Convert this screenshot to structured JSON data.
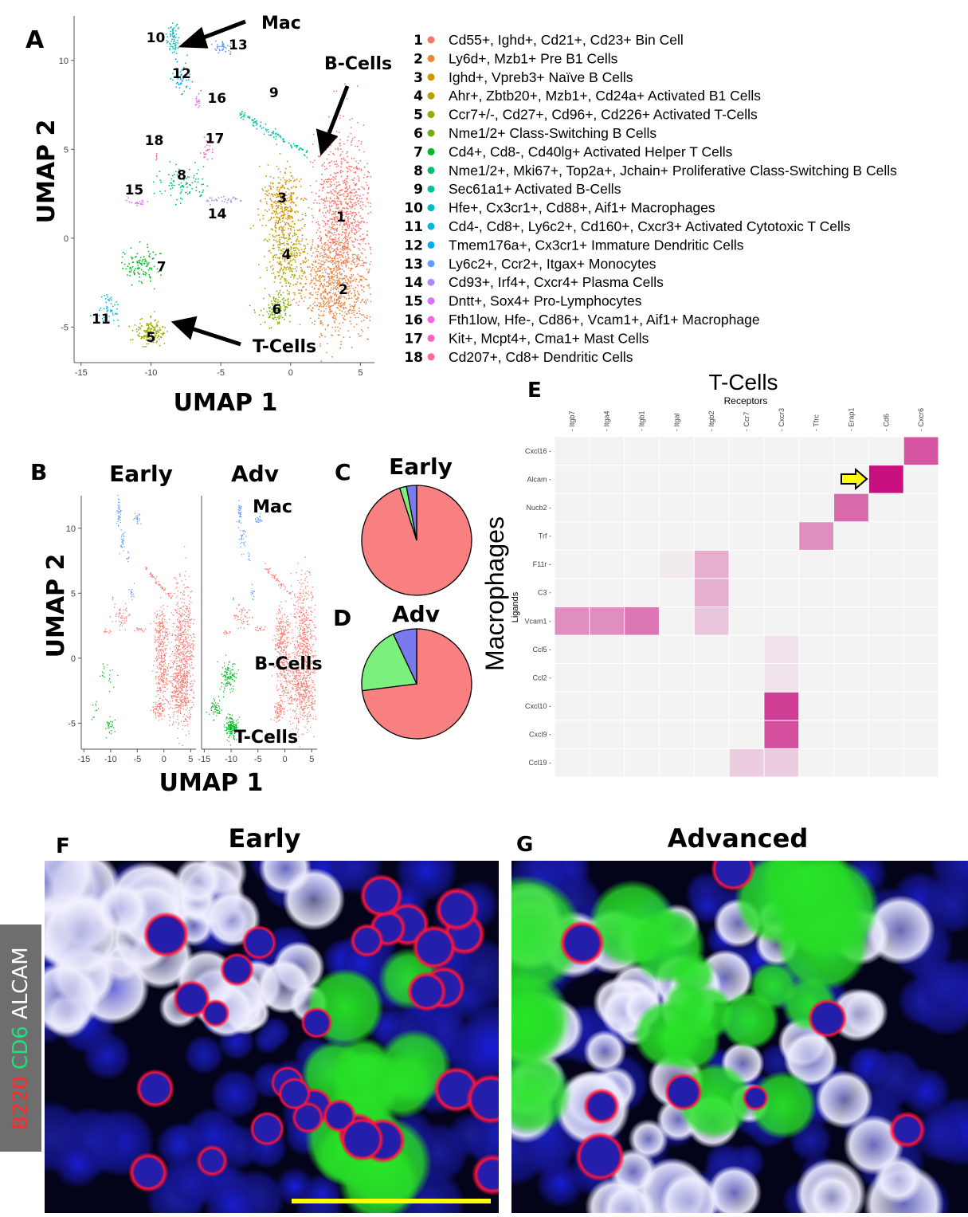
{
  "panels": {
    "A": "A",
    "B": "B",
    "C": "C",
    "D": "D",
    "E": "E",
    "F": "F",
    "G": "G"
  },
  "panelA": {
    "xlabel": "UMAP 1",
    "ylabel": "UMAP 2",
    "xticks": [
      -15,
      -10,
      -5,
      0,
      5
    ],
    "yticks": [
      -5,
      0,
      5,
      10
    ],
    "annotations": {
      "mac": "Mac",
      "bcells": "B-Cells",
      "tcells": "T-Cells"
    }
  },
  "legend": [
    {
      "num": "1",
      "text": "Cd55+, Ighd+, Cd21+, Cd23+ Bin Cell",
      "color": "#F8766D"
    },
    {
      "num": "2",
      "text": "Ly6d+, Mzb1+ Pre B1 Cells",
      "color": "#E8853A"
    },
    {
      "num": "3",
      "text": "Ighd+, Vpreb3+ Naïve B Cells",
      "color": "#D39200"
    },
    {
      "num": "4",
      "text": "Ahr+, Zbtb20+, Mzb1+, Cd24a+ Activated B1 Cells",
      "color": "#BB9D00"
    },
    {
      "num": "5",
      "text": "Ccr7+/-, Cd27+, Cd96+, Cd226+ Activated T-Cells",
      "color": "#9DA700"
    },
    {
      "num": "6",
      "text": "Nme1/2+ Class-Switching B Cells",
      "color": "#6FB000"
    },
    {
      "num": "7",
      "text": "Cd4+, Cd8-, Cd40lg+ Activated Helper T Cells",
      "color": "#00B81F"
    },
    {
      "num": "8",
      "text": "Nme1/2+, Mki67+, Top2a+, Jchain+ Proliferative Class-Switching B Cells",
      "color": "#00BC70"
    },
    {
      "num": "9",
      "text": "Sec61a1+ Activated B-Cells",
      "color": "#00C0A8"
    },
    {
      "num": "10",
      "text": "Hfe+, Cx3cr1+, Cd88+, Aif1+ Macrophages",
      "color": "#00BDBA"
    },
    {
      "num": "11",
      "text": "Cd4-, Cd8+, Ly6c2+, Cd160+, Cxcr3+ Activated Cytotoxic T Cells",
      "color": "#00B8D8"
    },
    {
      "num": "12",
      "text": "Tmem176a+, Cx3cr1+ Immature Dendritic Cells",
      "color": "#00ADF4"
    },
    {
      "num": "13",
      "text": "Ly6c2+, Ccr2+, Itgax+ Monocytes",
      "color": "#619CFF"
    },
    {
      "num": "14",
      "text": "Cd93+, Irf4+, Cxcr4+ Plasma Cells",
      "color": "#AC88FF"
    },
    {
      "num": "15",
      "text": "Dntt+, Sox4+ Pro-Lymphocytes",
      "color": "#DB72FB"
    },
    {
      "num": "16",
      "text": "Fth1low, Hfe-, Cd86+, Vcam1+, Aif1+  Macrophage",
      "color": "#F564E3"
    },
    {
      "num": "17",
      "text": "Kit+, Mcpt4+, Cma1+ Mast Cells",
      "color": "#FF61C3"
    },
    {
      "num": "18",
      "text": "Cd207+, Cd8+ Dendritic Cells",
      "color": "#FF6A98"
    }
  ],
  "panelB": {
    "early": "Early",
    "adv": "Adv",
    "xlabel": "UMAP 1",
    "ylabel": "UMAP 2",
    "xticks": [
      -15,
      -10,
      -5,
      0,
      5
    ],
    "yticks": [
      -5,
      0,
      5,
      10
    ],
    "annotations": {
      "mac": "Mac",
      "bcells": "B-Cells",
      "tcells": "T-Cells"
    }
  },
  "panelE": {
    "title": "T-Cells",
    "xlabel": "Receptors",
    "ylabel": "Ligands",
    "side_label": "Macrophages"
  },
  "panelF": {
    "title": "Early"
  },
  "panelG": {
    "title": "Advanced"
  },
  "stain_label": {
    "b220": "B220",
    "cd6": "CD6",
    "alcam": "ALCAM"
  },
  "colors": {
    "bcell": "#F8766D",
    "tcell": "#00B81F",
    "mac": "#619CFF",
    "heat_low": "#F3F3F3",
    "heat_high": "#C8117F",
    "scalebar": "#FFFF00"
  },
  "chart_data": [
    {
      "type": "scatter",
      "name": "UMAP all clusters",
      "xlabel": "UMAP 1",
      "ylabel": "UMAP 2",
      "xlim": [
        -15.5,
        6
      ],
      "ylim": [
        -7,
        12.5
      ],
      "clusters": [
        {
          "id": "1",
          "cx": 3.6,
          "cy": 1.3,
          "sx": 1.3,
          "sy": 3.0,
          "n": 900
        },
        {
          "id": "2",
          "cx": 3.2,
          "cy": -2.6,
          "sx": 1.5,
          "sy": 1.8,
          "n": 700
        },
        {
          "id": "3",
          "cx": -0.6,
          "cy": 2.0,
          "sx": 0.8,
          "sy": 1.2,
          "n": 300
        },
        {
          "id": "4",
          "cx": -0.3,
          "cy": -1.0,
          "sx": 0.9,
          "sy": 1.5,
          "n": 350
        },
        {
          "id": "5",
          "cx": -10,
          "cy": -5.3,
          "sx": 0.7,
          "sy": 0.5,
          "n": 150
        },
        {
          "id": "6",
          "cx": -1.0,
          "cy": -4.0,
          "sx": 0.7,
          "sy": 0.5,
          "n": 120
        },
        {
          "id": "7",
          "cx": -10.5,
          "cy": -1.5,
          "sx": 0.9,
          "sy": 0.7,
          "n": 110
        },
        {
          "id": "8",
          "cx": -7.8,
          "cy": 3.2,
          "sx": 1.1,
          "sy": 0.6,
          "n": 90
        },
        {
          "id": "9",
          "cx": -1.2,
          "cy": 5.9,
          "sx": 1.6,
          "sy": 0.35,
          "n": 100
        },
        {
          "id": "10",
          "cx": -8.4,
          "cy": 11.2,
          "sx": 0.25,
          "sy": 0.6,
          "n": 70
        },
        {
          "id": "11",
          "cx": -13,
          "cy": -4,
          "sx": 0.6,
          "sy": 0.5,
          "n": 50
        },
        {
          "id": "12",
          "cx": -7.8,
          "cy": 9.0,
          "sx": 0.4,
          "sy": 0.6,
          "n": 50
        },
        {
          "id": "13",
          "cx": -4.9,
          "cy": 10.7,
          "sx": 0.4,
          "sy": 0.25,
          "n": 40
        },
        {
          "id": "14",
          "cx": -4.8,
          "cy": 2.2,
          "sx": 0.8,
          "sy": 0.12,
          "n": 30
        },
        {
          "id": "15",
          "cx": -10.8,
          "cy": 2.0,
          "sx": 0.5,
          "sy": 0.1,
          "n": 20
        },
        {
          "id": "16",
          "cx": -6.7,
          "cy": 7.7,
          "sx": 0.15,
          "sy": 0.3,
          "n": 15
        },
        {
          "id": "17",
          "cx": -6.0,
          "cy": 5.0,
          "sx": 0.3,
          "sy": 0.4,
          "n": 25
        },
        {
          "id": "18",
          "cx": -9.6,
          "cy": 4.6,
          "sx": 0.05,
          "sy": 0.1,
          "n": 5
        }
      ]
    },
    {
      "type": "scatter",
      "name": "UMAP by condition",
      "panels": [
        "Early",
        "Adv"
      ],
      "groups": [
        "B-Cells",
        "T-Cells",
        "Mac"
      ],
      "xlim": [
        -15.5,
        6
      ],
      "ylim": [
        -7,
        12.5
      ]
    },
    {
      "type": "pie",
      "title": "Early",
      "labels": [
        "B-Cells",
        "T-Cells",
        "Mac"
      ],
      "values": [
        95,
        2,
        3
      ]
    },
    {
      "type": "pie",
      "title": "Adv",
      "labels": [
        "B-Cells",
        "T-Cells",
        "Mac"
      ],
      "values": [
        73,
        20,
        7
      ]
    },
    {
      "type": "heatmap",
      "title": "T-Cells",
      "xlabel": "Receptors",
      "ylabel": "Ligands",
      "columns": [
        "Itgb7",
        "Itga4",
        "Itgb1",
        "Itgal",
        "Itgb2",
        "Ccr7",
        "Cxcr3",
        "Tfrc",
        "Erap1",
        "Cd6",
        "Cxcr6"
      ],
      "rows": [
        "Cxcl16",
        "Alcam",
        "Nucb2",
        "Trf",
        "F11r",
        "C3",
        "Vcam1",
        "Ccl5",
        "Ccl2",
        "Cxcl10",
        "Cxcl9",
        "Ccl19"
      ],
      "cells": [
        [
          0,
          10,
          0.7
        ],
        [
          1,
          9,
          1.0
        ],
        [
          2,
          8,
          0.6
        ],
        [
          3,
          7,
          0.45
        ],
        [
          4,
          3,
          0.04
        ],
        [
          4,
          4,
          0.3
        ],
        [
          5,
          4,
          0.3
        ],
        [
          6,
          0,
          0.45
        ],
        [
          6,
          1,
          0.45
        ],
        [
          6,
          2,
          0.55
        ],
        [
          6,
          4,
          0.2
        ],
        [
          7,
          6,
          0.07
        ],
        [
          8,
          6,
          0.07
        ],
        [
          9,
          6,
          0.8
        ],
        [
          10,
          6,
          0.72
        ],
        [
          11,
          5,
          0.17
        ],
        [
          11,
          6,
          0.17
        ]
      ],
      "highlight": {
        "row": "Alcam",
        "col": "Cd6"
      }
    }
  ]
}
